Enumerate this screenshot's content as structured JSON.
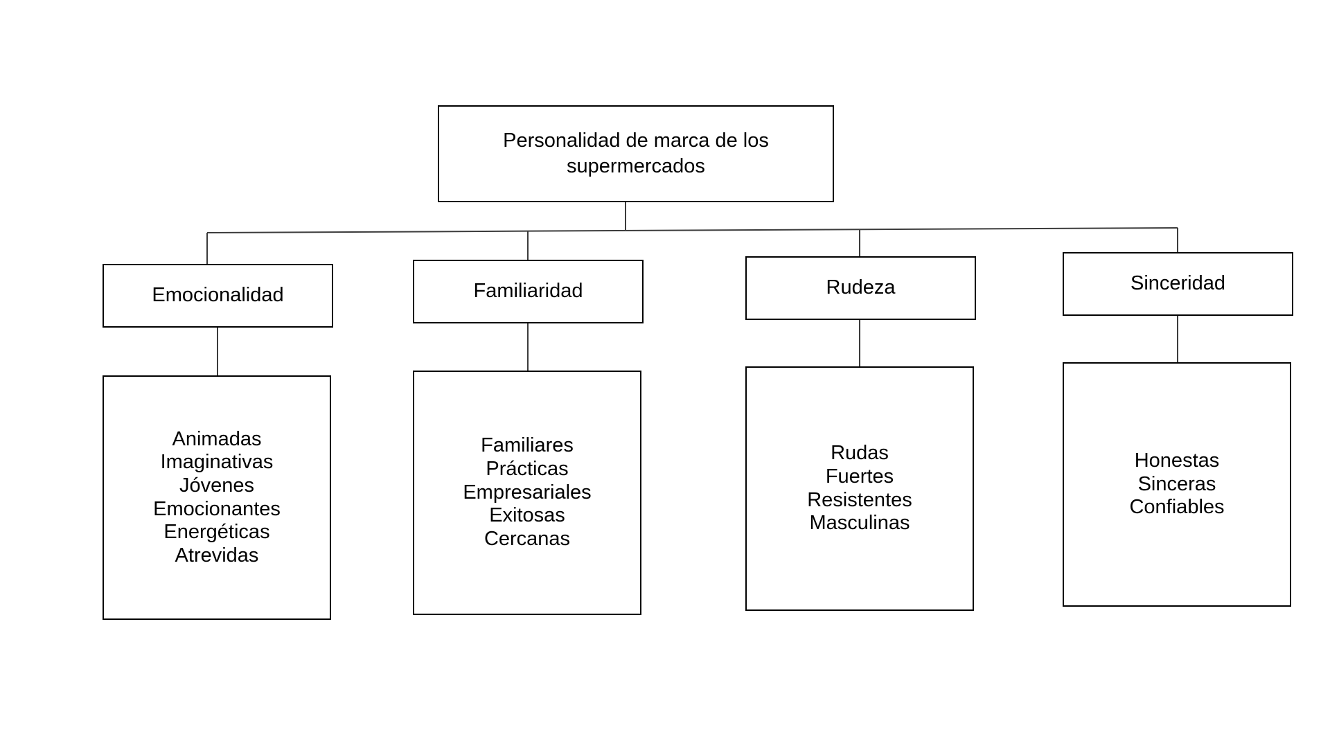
{
  "diagram": {
    "title": "Personalidad de marca de los supermercados",
    "root": {
      "label": "Personalidad de marca de los\nsupermercados"
    },
    "categories": [
      {
        "label": "Emocionalidad"
      },
      {
        "label": "Familiaridad"
      },
      {
        "label": "Rudeza"
      },
      {
        "label": "Sinceridad"
      }
    ],
    "attributes": [
      {
        "items_text": "Animadas\nImaginativas\nJóvenes\nEmocionantes\nEnergéticas\nAtrevidas"
      },
      {
        "items_text": "Familiares\nPrácticas\nEmpresariales\nExitosas\nCercanas"
      },
      {
        "items_text": "Rudas\nFuertes\nResistentes\nMasculinas"
      },
      {
        "items_text": "Honestas\nSinceras\nConfiables"
      }
    ],
    "colors": {
      "background": "#ffffff",
      "box_border": "#000000",
      "connector": "#3b3b3b",
      "text": "#000000"
    }
  },
  "chart_data": {
    "type": "table",
    "title": "Personalidad de marca de los supermercados",
    "categories": [
      "Emocionalidad",
      "Familiaridad",
      "Rudeza",
      "Sinceridad"
    ],
    "series": [
      {
        "name": "Emocionalidad",
        "values": [
          "Animadas",
          "Imaginativas",
          "Jóvenes",
          "Emocionantes",
          "Energéticas",
          "Atrevidas"
        ]
      },
      {
        "name": "Familiaridad",
        "values": [
          "Familiares",
          "Prácticas",
          "Empresariales",
          "Exitosas",
          "Cercanas"
        ]
      },
      {
        "name": "Rudeza",
        "values": [
          "Rudas",
          "Fuertes",
          "Resistentes",
          "Masculinas"
        ]
      },
      {
        "name": "Sinceridad",
        "values": [
          "Honestas",
          "Sinceras",
          "Confiables"
        ]
      }
    ]
  }
}
